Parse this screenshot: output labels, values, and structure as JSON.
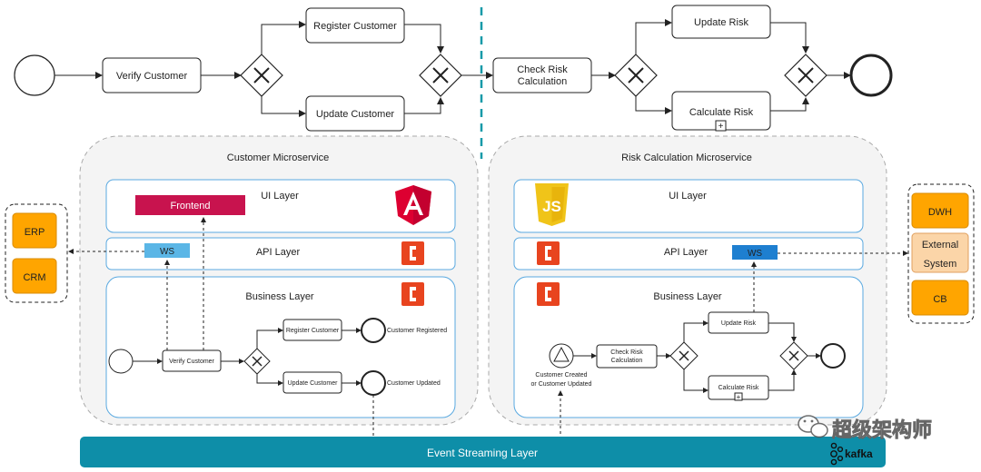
{
  "top_process": {
    "verify_customer": "Verify Customer",
    "register_customer": "Register Customer",
    "update_customer": "Update Customer",
    "check_risk_line1": "Check Risk",
    "check_risk_line2": "Calculation",
    "update_risk": "Update Risk",
    "calculate_risk": "Calculate Risk"
  },
  "customer_ms": {
    "title": "Customer Microservice",
    "ui_layer": "UI Layer",
    "frontend": "Frontend",
    "api_layer": "API Layer",
    "ws": "WS",
    "business_layer": "Business Layer",
    "verify_customer": "Verify Customer",
    "register_customer": "Register Customer",
    "update_customer": "Update Customer",
    "customer_registered": "Customer Registered",
    "customer_updated": "Customer Updated"
  },
  "risk_ms": {
    "title": "Risk Calculation Microservice",
    "ui_layer": "UI Layer",
    "api_layer": "API Layer",
    "ws": "WS",
    "business_layer": "Business Layer",
    "event_line1": "Customer Created",
    "event_line2": "or Customer Updated",
    "check_risk_line1": "Check Risk",
    "check_risk_line2": "Calculation",
    "update_risk": "Update Risk",
    "calculate_risk": "Calculate Risk",
    "js_logo": "JS"
  },
  "left_systems": [
    "ERP",
    "CRM"
  ],
  "right_systems": {
    "dwh": "DWH",
    "external_line1": "External",
    "external_line2": "System",
    "cb": "CB"
  },
  "event_layer": "Event Streaming Layer",
  "kafka": "kafka",
  "watermark": "超级架构师",
  "colors": {
    "frontend": "#c8134e",
    "ws_customer": "#5bb6e6",
    "ws_risk": "#1e7fd0",
    "layer_border": "#5aa9e0",
    "system_orange": "#ffa500",
    "external_bg": "#fbd5a8",
    "event_bar": "#0e8ea8",
    "camel": "#e8441f",
    "angular": "#dd0031",
    "js_yellow": "#f0c419"
  }
}
